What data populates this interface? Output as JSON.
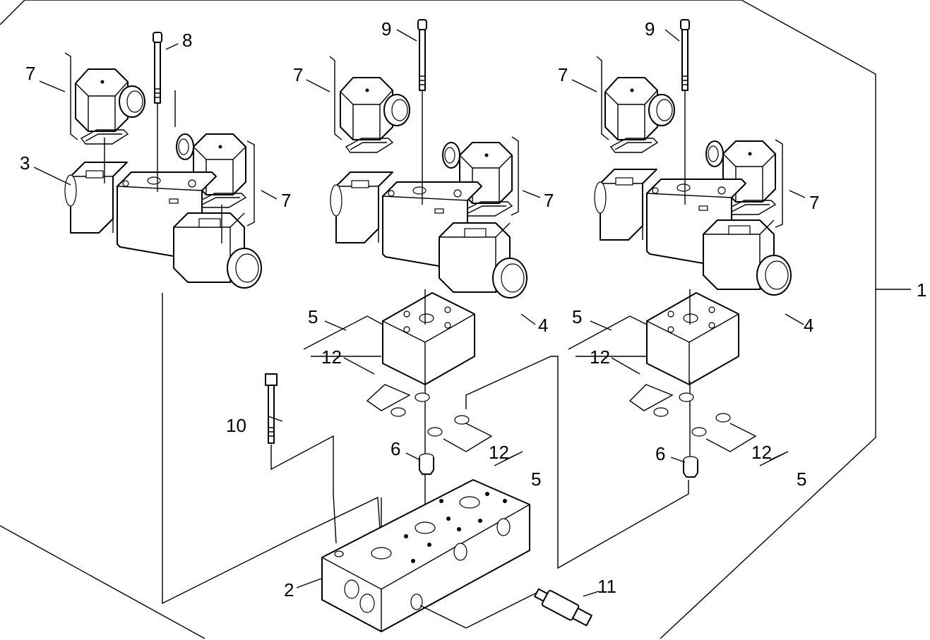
{
  "callouts": {
    "c1": "1",
    "c2": "2",
    "c3": "3",
    "c4a": "4",
    "c4b": "4",
    "c5a": "5",
    "c5b": "5",
    "c5c": "5",
    "c5d": "5",
    "c6a": "6",
    "c6b": "6",
    "c7a": "7",
    "c7b": "7",
    "c7c": "7",
    "c7d": "7",
    "c7e": "7",
    "c7f": "7",
    "c8": "8",
    "c9a": "9",
    "c9b": "9",
    "c10": "10",
    "c11": "11",
    "c12a": "12",
    "c12b": "12",
    "c12c": "12",
    "c12d": "12"
  }
}
